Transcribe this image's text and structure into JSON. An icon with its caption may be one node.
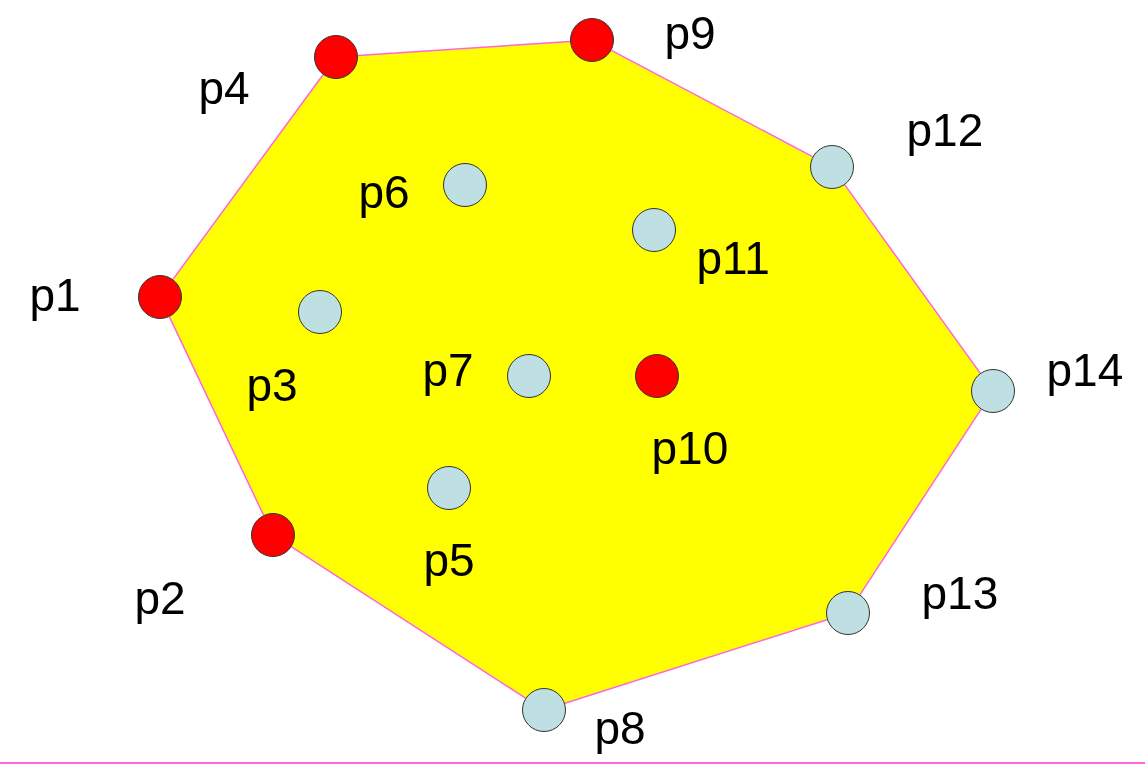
{
  "diagram": {
    "nodes": [
      {
        "text": [],
        "shape": "polygon"
      },
      {
        "text": [],
        "shape": "circle",
        "beside": [
          "p1"
        ]
      },
      {
        "text": [],
        "shape": "circle",
        "beside": [
          "p2"
        ]
      },
      {
        "text": [],
        "shape": "circle",
        "beside": [
          "p3"
        ],
        "in": 0
      },
      {
        "text": [],
        "shape": "circle",
        "beside": [
          "p4"
        ]
      },
      {
        "text": [],
        "shape": "circle",
        "beside": [
          "p5"
        ],
        "in": 0
      },
      {
        "text": [],
        "shape": "circle",
        "beside": [
          "p6"
        ],
        "in": 0
      },
      {
        "text": [],
        "shape": "circle",
        "beside": [
          "p7"
        ],
        "in": 0
      },
      {
        "text": [],
        "shape": "circle",
        "beside": [
          "p8"
        ]
      },
      {
        "text": [],
        "shape": "circle",
        "beside": [
          "p9"
        ]
      },
      {
        "text": [],
        "shape": "circle",
        "beside": [
          "p10"
        ],
        "in": 0
      },
      {
        "text": [],
        "shape": "circle",
        "beside": [
          "p11"
        ],
        "in": 0
      },
      {
        "text": [],
        "shape": "circle",
        "beside": [
          "p12"
        ]
      },
      {
        "text": [],
        "shape": "circle",
        "beside": [
          "p13"
        ]
      },
      {
        "text": [],
        "shape": "circle",
        "beside": [
          "p14"
        ]
      }
    ],
    "edges": [
      {
        "from": 1,
        "to": 4,
        "arrow": "none"
      },
      {
        "from": 4,
        "to": 9,
        "arrow": "none"
      },
      {
        "from": 9,
        "to": 12,
        "arrow": "none"
      },
      {
        "from": 12,
        "to": 14,
        "arrow": "none"
      },
      {
        "from": 14,
        "to": 13,
        "arrow": "none"
      },
      {
        "from": 13,
        "to": 8,
        "arrow": "none"
      },
      {
        "from": 8,
        "to": 2,
        "arrow": "none"
      },
      {
        "from": 2,
        "to": 1,
        "arrow": "none"
      }
    ]
  }
}
